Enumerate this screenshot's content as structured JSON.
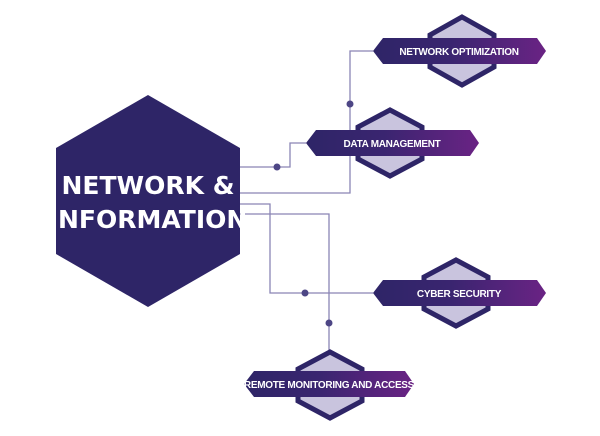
{
  "center": {
    "line1": "NETWORK &",
    "line2": "INFORMATION"
  },
  "nodes": [
    {
      "label": "NETWORK OPTIMIZATION"
    },
    {
      "label": "DATA MANAGEMENT"
    },
    {
      "label": "CYBER SECURITY"
    },
    {
      "label": "REMOTE MONITORING AND ACCESS"
    }
  ],
  "colors": {
    "navy": "#2e2567",
    "purple": "#6a2384",
    "hex_fill": "#c9c4de",
    "line": "#8a85b5",
    "dot": "#4d4685"
  }
}
